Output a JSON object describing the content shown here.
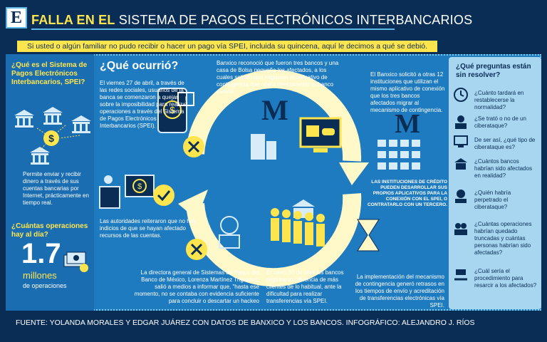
{
  "header": {
    "logo_letter": "E",
    "title_bold": "FALLA EN EL",
    "title_rest": "SISTEMA DE PAGOS ELECTRÓNICOS INTERBANCARIOS"
  },
  "intro": "Si usted o algún familiar no pudo recibir o hacer un pago vía SPEI, incluida su quincena, aquí le decimos a qué se debió.",
  "left": {
    "q1": "¿Qué es el Sistema de Pagos Electrónicos Interbancarios, SPEI?",
    "a1": "Permite enviar y recibir dinero a través de sus cuentas bancarias por Internet, prácticamente en tiempo real.",
    "q2": "¿Cuántas operaciones hay al día?",
    "number": "1.7",
    "unit": "millones",
    "unit_sub": "de operaciones"
  },
  "center": {
    "heading": "¿Qué ocurrió?",
    "t1": "El viernes 27 de abril, a través de las redes sociales, usuarios de la banca se comenzaron a quejar sobre la imposibilidad para realizar operaciones a través del Sistema de Pagos Electrónicos Interbancarios (SPEI).",
    "t2": "Banxico reconoció que fueron tres bancos y una casa de Bolsa pequeña los afectados, a los cuales solicitó que migrasen al aplicativo de contingencia que opera directamente el banco central.",
    "t3": "El Banxico solicitó a otras 12 instituciones que utilizan el mismo aplicativo de conexión que los tres bancos afectados migrar al mecanismo de contingencia.",
    "t4": "LAS INSTITUCIONES DE CRÉDITO PUEDEN DESARROLLAR SUS PROPIOS APLICATIVOS PARA LA CONEXIÓN CON EL SPEI, O CONTRATARLO CON UN TERCERO.",
    "t5": "Las autoridades reiteraron que no hay indicios de que se hayan afectado recursos de las cuentas.",
    "t6": "La directora general de Sistemas de Pagos del Banco de México, Lorenza Martínez Trigueros, salió a medios a informar que, \"hasta ese momento, no se contaba con evidencia suficiente para concluir o descartar un hackeo",
    "t7": "El lunes 30 de abril los bancos registraron afluencia de más clientes de lo habitual, ante la dificultad para realizar transferencias vía SPEI.",
    "t8": "La implementación del mecanismo de contingencia generó retrasos en los tiempos de envío y acreditación de transferencias electrónicas vía SPEI."
  },
  "right": {
    "heading": "¿Qué preguntas están sin resolver?",
    "questions": [
      "¿Cuánto tardará en restablecerse la normalidad?",
      "¿Se trató o no de un ciberataque?",
      "De ser así, ¿qué tipo de ciberataque es?",
      "¿Cuántos bancos habrían sido afectados en realidad?",
      "¿Quién habría perpetrado el ciberataque?",
      "¿Cuántas operaciones habrían quedado truncadas y cuántas personas habrían sido afectadas?",
      "¿Cuál sería el procedimiento para resarcir a los afectados?"
    ]
  },
  "footer": "FUENTE: YOLANDA MORALES Y EDGAR JUÁREZ CON DATOS DE BANXICO Y LOS BANCOS. INFOGRÁFICO: ALEJANDRO J. RÍOS",
  "colors": {
    "navy": "#0a2d55",
    "blue": "#1f7bbf",
    "light_blue": "#a8d6f0",
    "yellow": "#ffe54d",
    "cream": "#fff8c8"
  },
  "icons": [
    "bank-icon",
    "dollar-coin-icon",
    "podium-icon",
    "mobile-payment-icon",
    "chat-icon",
    "banxico-logo",
    "computer-bank-icon",
    "building-icon",
    "queue-people-icon",
    "hourglass-icon",
    "check-icon",
    "x-mark-icon"
  ]
}
